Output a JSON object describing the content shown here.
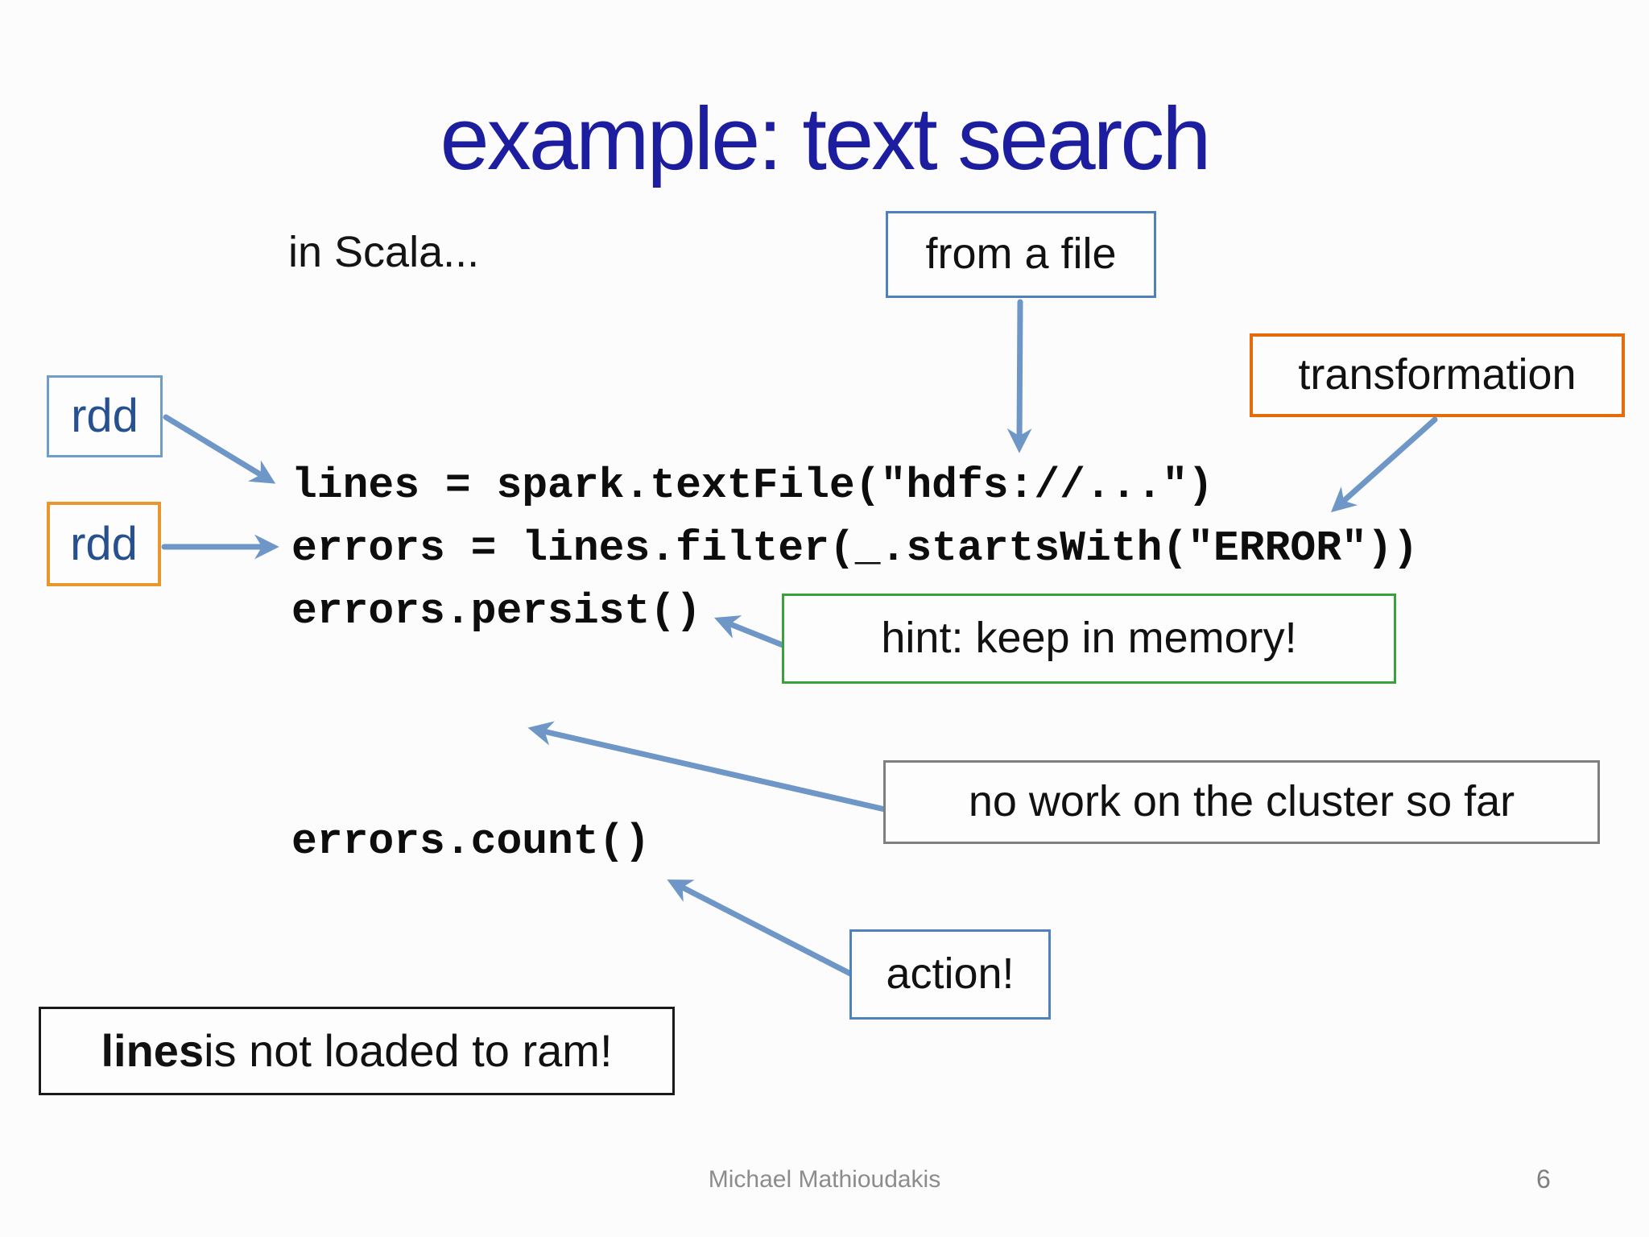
{
  "slide": {
    "title": "example: text search",
    "subtitle": "in Scala...",
    "code_lines": [
      "lines = spark.textFile(\"hdfs://...\")",
      "errors = lines.filter(_.startsWith(\"ERROR\"))",
      "errors.persist()",
      "errors.count()"
    ],
    "callouts": {
      "rdd_top": {
        "label": "rdd"
      },
      "rdd_bottom": {
        "label": "rdd"
      },
      "from_file": {
        "label": "from a file"
      },
      "transformation": {
        "label": "transformation"
      },
      "hint": {
        "label": "hint: keep in memory!"
      },
      "no_work": {
        "label": "no work on the cluster so far"
      },
      "action": {
        "label": "action!"
      },
      "note": {
        "bold_part": "lines",
        "rest": " is not loaded to ram!"
      }
    },
    "footer": {
      "author": "Michael Mathioudakis",
      "page_number": "6"
    },
    "colors": {
      "title_blue": "#1D1D9F",
      "arrow_blue": "#6E96C6",
      "rdd_text_navy": "#27508F",
      "rdd_top_border": "#6E9DC9",
      "rdd_bottom_border": "#E8962D",
      "from_file_border": "#4F81BD",
      "transformation_border": "#E46C0A",
      "hint_border": "#35A335",
      "no_work_border": "#7F7F7F",
      "action_border": "#4F81BD",
      "note_border": "#1A1A1A",
      "footer_gray": "#8C8C8C"
    }
  }
}
